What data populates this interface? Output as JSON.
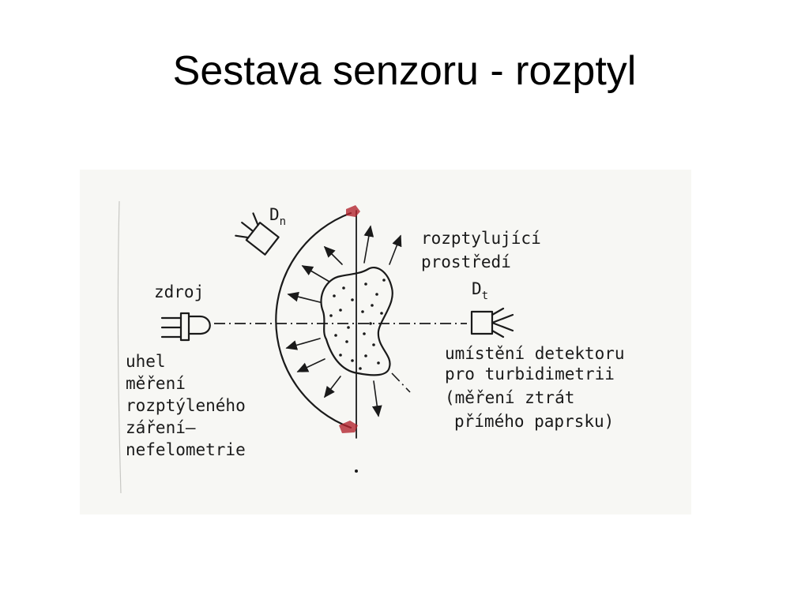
{
  "title": "Sestava senzoru - rozptyl",
  "diagram": {
    "detector_nephelometry": {
      "letter": "D",
      "subscript": "n"
    },
    "detector_turbidimetry": {
      "letter": "D",
      "subscript": "t"
    },
    "source": "zdroj",
    "medium_lines": [
      "rozptylující",
      "prostředí"
    ],
    "angle_lines": [
      "uhel",
      "měření",
      "rozptýleného",
      "záření–",
      "nefelometrie"
    ],
    "detector_position_lines": [
      "umístění detektoru",
      "pro turbidimetrii",
      "(měření ztrát",
      "přímého paprsku)"
    ],
    "colors": {
      "ink": "#1a1a1a",
      "marker": "#b3262f",
      "paper": "#f7f7f4"
    }
  }
}
